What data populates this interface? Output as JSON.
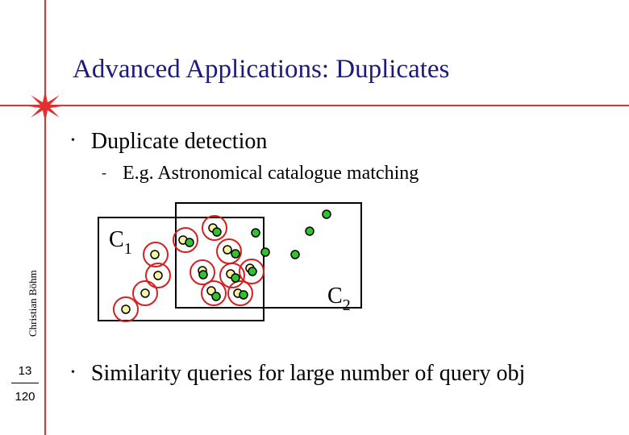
{
  "slide": {
    "title": "Advanced Applications: Duplicates",
    "bullet_1": "Duplicate detection",
    "sub_bullet_1": "E.g. Astronomical catalogue matching",
    "bullet_2": "Similarity queries for large number of query obj",
    "bullet_symbol": "•",
    "dash_symbol": "-"
  },
  "sidebar": {
    "author": "Christian Böhm",
    "page": "13",
    "total_pages": "120"
  },
  "diagram": {
    "catalogue_1_label": "C",
    "catalogue_1_index": "1",
    "catalogue_2_label": "C",
    "catalogue_2_index": "2",
    "colors": {
      "catalogue_1_point": "#f7f2a0",
      "catalogue_2_point": "#2fc42f",
      "match_circle": "#d42020",
      "accent_line": "#e03030",
      "title": "#1a1a80"
    }
  }
}
